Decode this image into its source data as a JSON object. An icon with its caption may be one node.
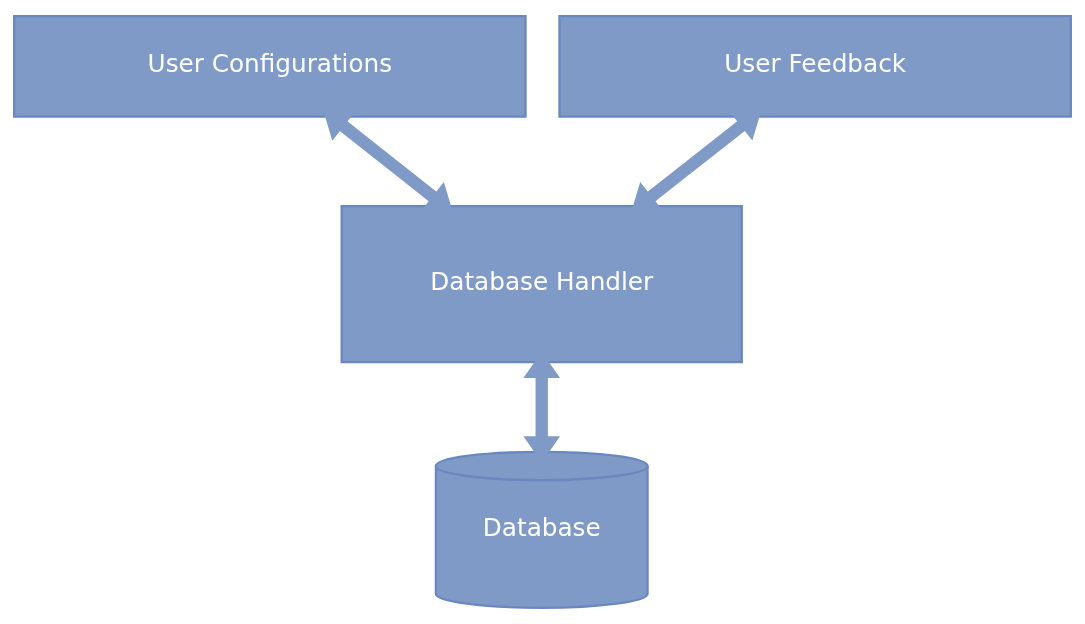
{
  "diagram": {
    "nodes": [
      {
        "text": [
          "User Configurations"
        ]
      },
      {
        "text": [
          "User Feedback"
        ]
      },
      {
        "text": [
          "Database Handler"
        ]
      },
      {
        "text": [
          "Database"
        ]
      }
    ],
    "edges": [
      {
        "from": 0,
        "to": 2,
        "arrow": "both"
      },
      {
        "from": 1,
        "to": 2,
        "arrow": "both"
      },
      {
        "from": 2,
        "to": 3,
        "arrow": "both"
      }
    ]
  }
}
